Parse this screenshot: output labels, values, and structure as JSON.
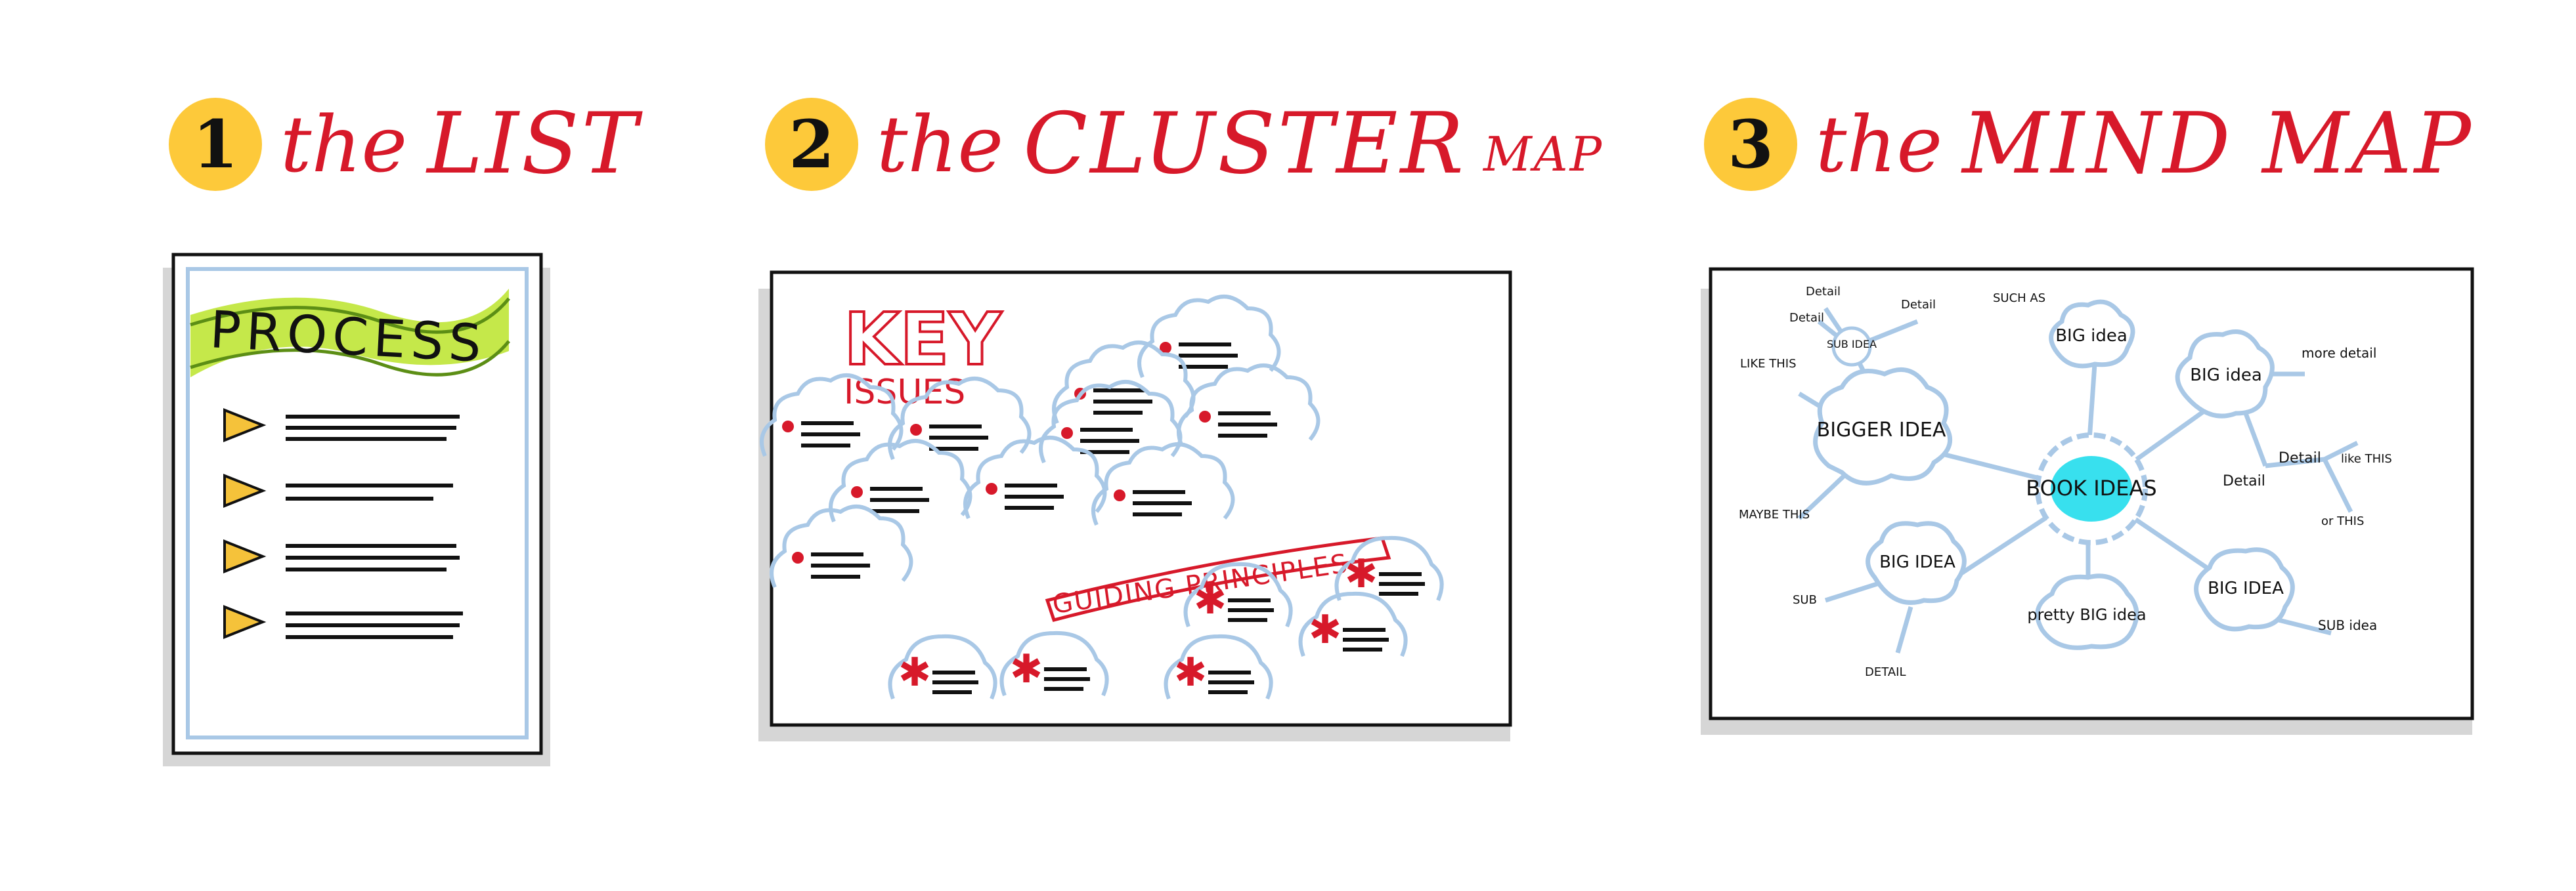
{
  "colors": {
    "accent_red": "#D7192A",
    "badge_yellow": "#FDC93A",
    "cloud_blue": "#A9C8E6",
    "highlight_cyan": "#38E0EE",
    "banner_green": "#C5E84A",
    "arrow_yellow": "#F5C23A"
  },
  "panels": [
    {
      "number": "1",
      "the": "the",
      "title": "LIST",
      "subtitle": ""
    },
    {
      "number": "2",
      "the": "the",
      "title": "CLUSTER",
      "subtitle": "MAP"
    },
    {
      "number": "3",
      "the": "the",
      "title": "MIND MAP",
      "subtitle": ""
    }
  ],
  "list": {
    "banner": "PROCESS",
    "items": 4
  },
  "cluster": {
    "key": "KEY",
    "issues": "ISSUES",
    "ribbon": "GUIDING PRINCIPLES"
  },
  "mindmap": {
    "center": "BOOK IDEAS",
    "bigger_idea": "BIGGER IDEA",
    "big_idea": "BIG idea",
    "big_idea_caps": "BIG IDEA",
    "pretty": "pretty BIG idea",
    "sub_idea": "SUB IDEA",
    "detail_lower": "Detail",
    "detail_caps": "DETAIL",
    "like_this": "LIKE THIS",
    "maybe_this": "MAYBE THIS",
    "sub": "SUB",
    "such_as": "SUCH AS",
    "more_detail": "more detail",
    "like_this_lower": "like THIS",
    "or_this": "or THIS",
    "sub_idea_lower": "SUB idea"
  }
}
